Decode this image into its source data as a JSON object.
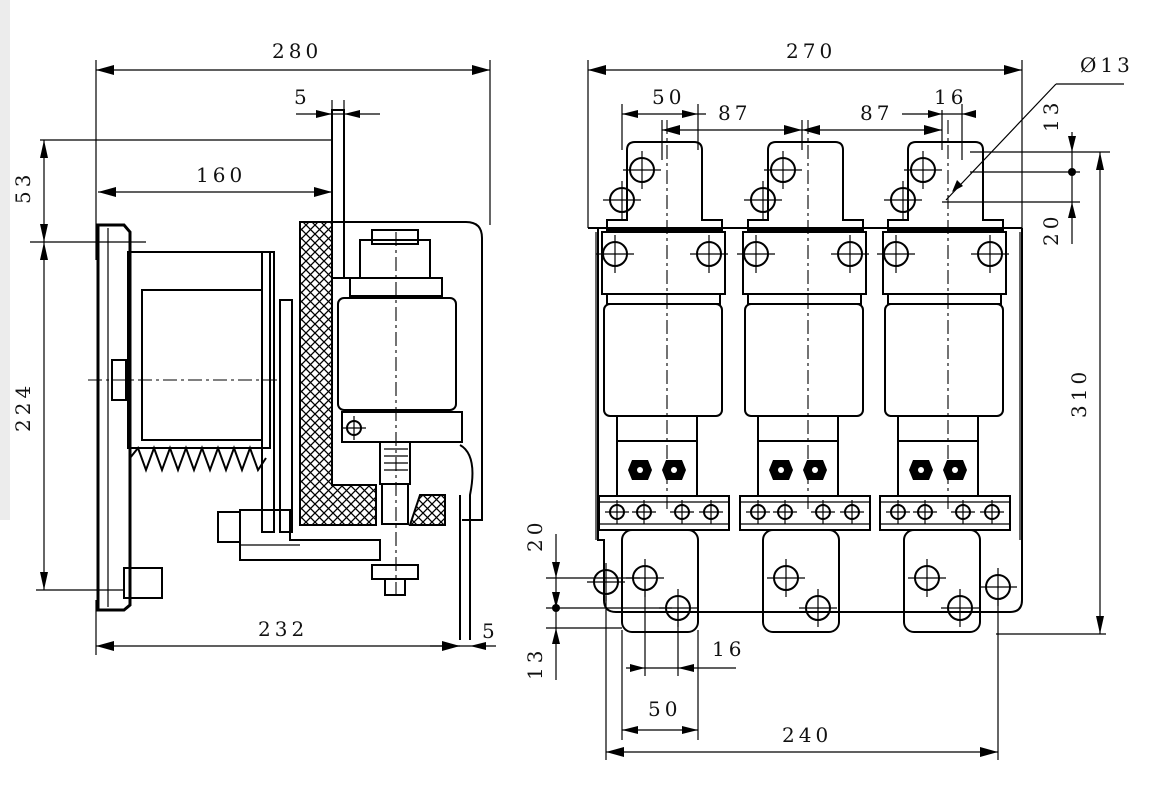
{
  "side_view": {
    "dim_280": "280",
    "dim_5_top": "5",
    "dim_53": "53",
    "dim_160": "160",
    "dim_224": "224",
    "dim_232": "232",
    "dim_5_bottom": "5"
  },
  "front_view": {
    "dim_270": "270",
    "dim_50_top": "50",
    "dim_87_left": "87",
    "dim_87_right": "87",
    "dim_16_top": "16",
    "dim_hole": "Ø13",
    "dim_13_top": "13",
    "dim_20_right": "20",
    "dim_310": "310",
    "dim_20_left": "20",
    "dim_13_left": "13",
    "dim_16_bottom": "16",
    "dim_50_bottom": "50",
    "dim_240": "240"
  }
}
